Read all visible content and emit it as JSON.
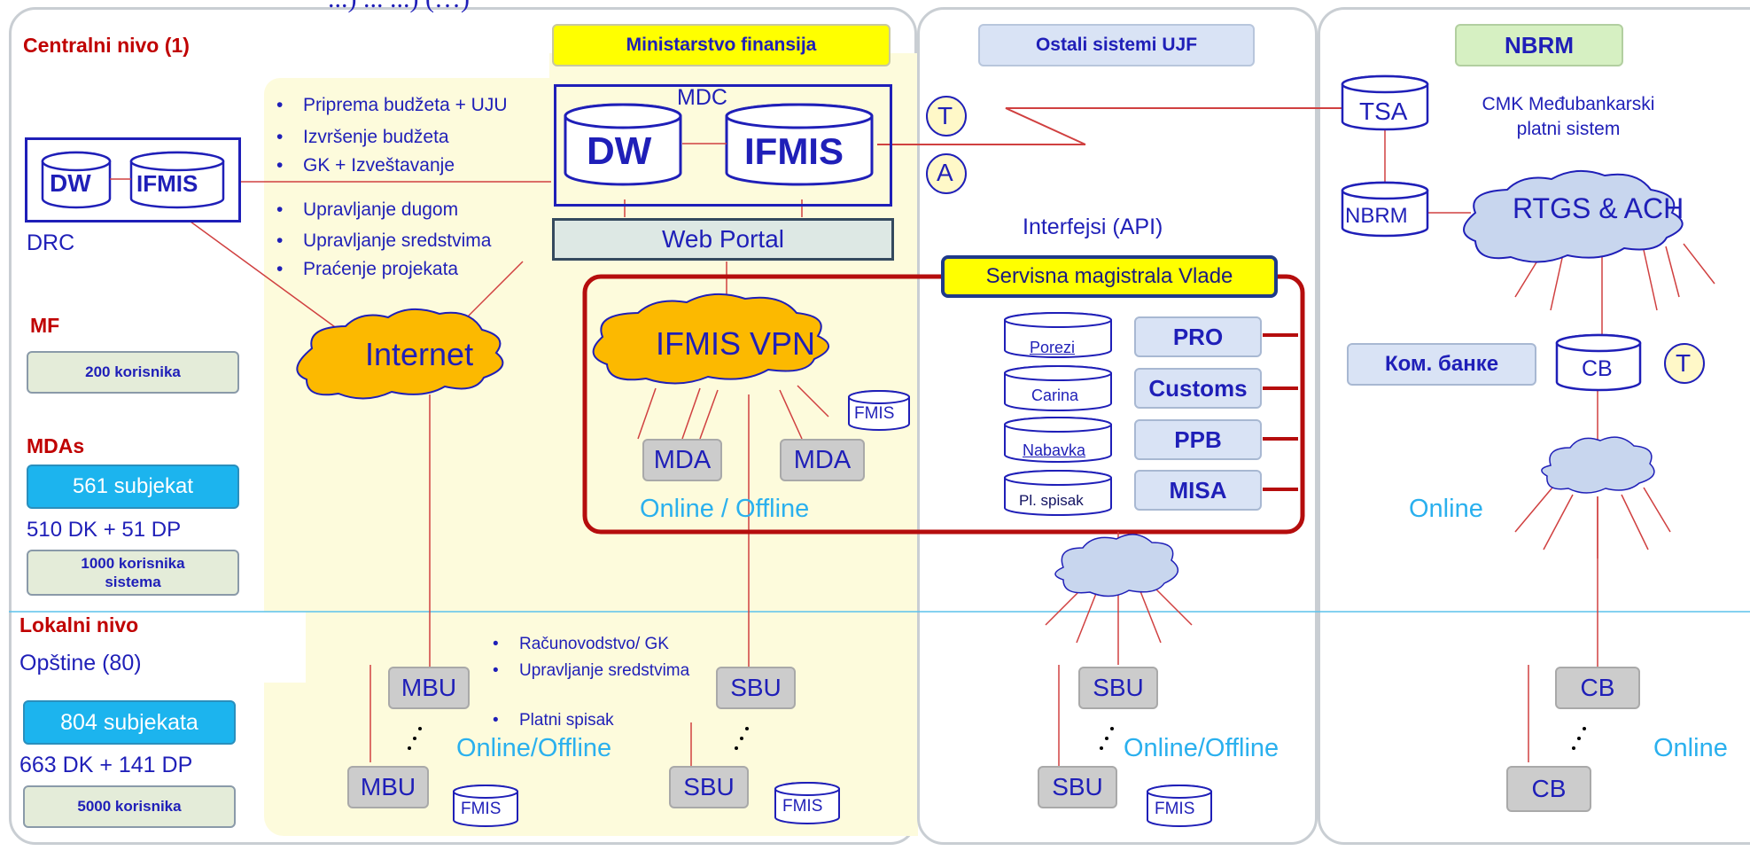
{
  "top_fragment": "...) ... ...) (…)",
  "central": {
    "title": "Centralni nivo (1)",
    "drc": "DRC",
    "drc_db1": "DW",
    "drc_db2": "IFMIS",
    "mf_label": "MF",
    "mf_users": "200 korisnika",
    "mdas_label": "MDAs",
    "mdas_entities": "561 subjekat",
    "mdas_split": "510 DK + 51 DP",
    "mdas_users": "1000 korisnika sistema"
  },
  "local": {
    "title": "Lokalni nivo",
    "municipalities": "Opštine (80)",
    "entities": "804 subjekata",
    "split": "663 DK + 141 DP",
    "users": "5000 korisnika"
  },
  "ministry": {
    "title": "Ministarstvo finansija",
    "functions": [
      "Priprema budžeta + UJU",
      "Izvršenje budžeta",
      "GK + Izveštavanje",
      "Upravljanje dugom",
      "Upravljanje sredstvima",
      "Praćenje projekata"
    ],
    "mdc": "MDC",
    "dw": "DW",
    "ifmis": "IFMIS",
    "web_portal": "Web Portal",
    "internet": "Internet",
    "vpn": "IFMIS VPN",
    "fmis": "FMIS",
    "mda": "MDA",
    "online_offline": "Online / Offline",
    "mbu": "MBU",
    "sbu": "SBU",
    "local_functions": [
      "Računovodstvo/ GK",
      "Upravljanje sredstvima",
      "Platni spisak"
    ],
    "local_online_offline": "Online/Offline"
  },
  "ujf": {
    "title": "Ostali sistemi UJF",
    "t_symbol": "T",
    "a_symbol": "A",
    "interfaces": "Interfejsi (API)",
    "bus": "Servisna magistrala Vlade",
    "databases": [
      "Porezi",
      "Carina",
      "Nabavka",
      "Pl. spisak"
    ],
    "systems": [
      "PRO",
      "Customs",
      "PPB",
      "MISA"
    ],
    "sbu": "SBU",
    "online_offline": "Online/Offline",
    "fmis": "FMIS"
  },
  "nbrm": {
    "title": "NBRM",
    "tsa": "TSA",
    "nbrm_db": "NBRM",
    "cmk": "CMK Međubankarski platni sistem",
    "rtgs": "RTGS & ACH",
    "banks": "Ком. банке",
    "cb": "CB",
    "t_symbol": "T",
    "online": "Online"
  },
  "colors": {
    "yellow_area": "#fdfbdc",
    "cloud_orange": "#fcb900",
    "cloud_blue": "#c8d6ee",
    "accent_red": "#c00000",
    "text_blue": "#1f1fb8",
    "cyan": "#2ab0ee",
    "ministry_label_bg": "#ffff00",
    "nbrm_label_bg": "#d6f0c2",
    "light_blue_box": "#d9e3f5",
    "green_box": "#e4ecd9",
    "cyan_box": "#1cb4ee",
    "grey_box": "#cccccc"
  }
}
